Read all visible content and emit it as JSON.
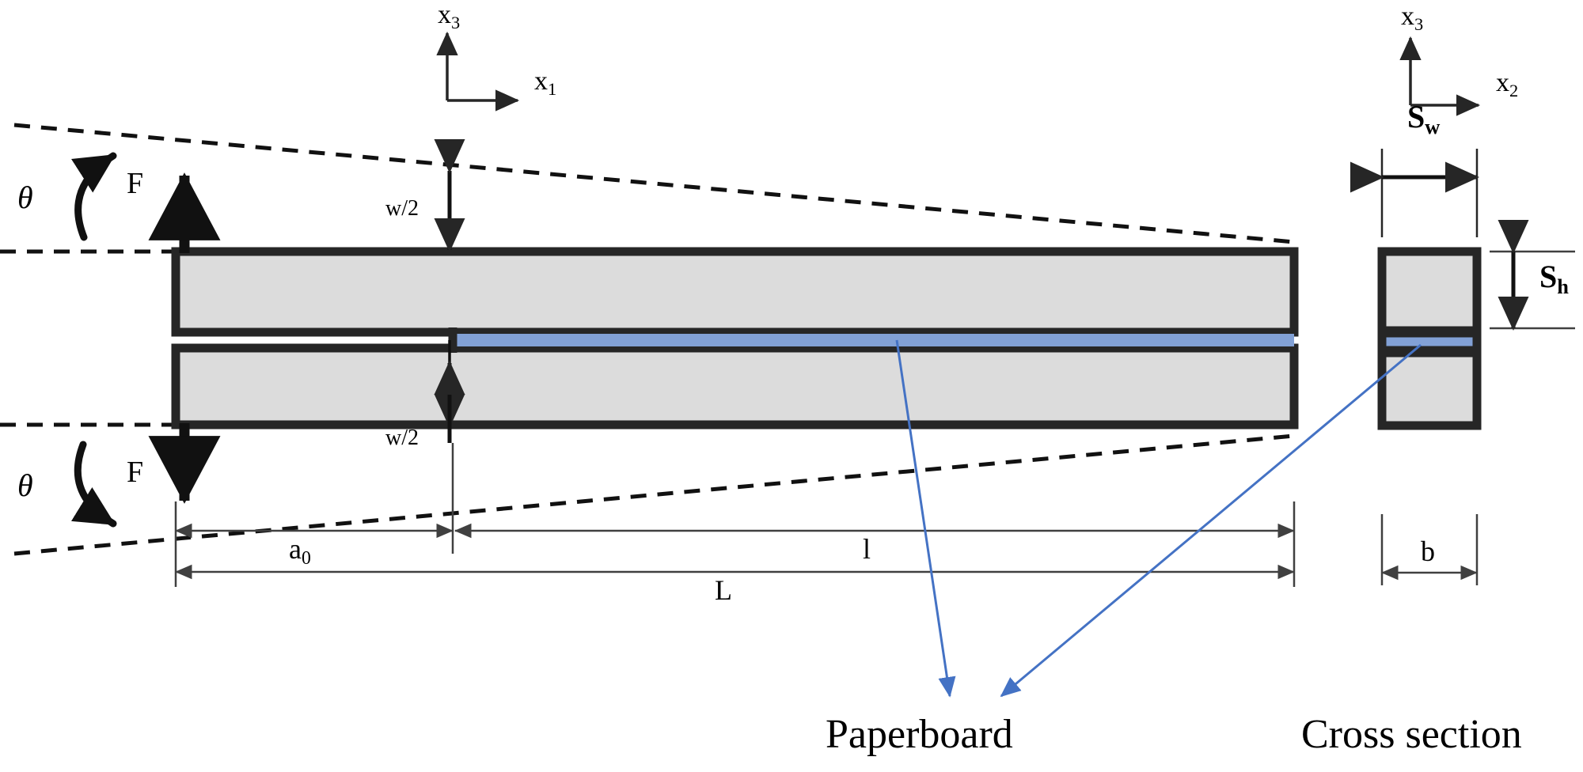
{
  "figure": {
    "type": "dcb-specimen-schematic",
    "description": "Double cantilever beam paperboard specimen schematic with side view and cross section"
  },
  "axes": {
    "left": {
      "vertical_label": "x",
      "vertical_sub": "3",
      "horizontal_label": "x",
      "horizontal_sub": "1"
    },
    "right": {
      "vertical_label": "x",
      "vertical_sub": "3",
      "horizontal_label": "x",
      "horizontal_sub": "2"
    }
  },
  "side_view": {
    "theta_top": "θ",
    "theta_bottom": "θ",
    "force_top": "F",
    "force_bottom": "F",
    "opening_top": "w/2",
    "opening_bottom": "w/2",
    "dim_a0": "a",
    "dim_a0_sub": "0",
    "dim_l": "l",
    "dim_L": "L"
  },
  "cross_section": {
    "dim_sw": "S",
    "dim_sw_sub": "w",
    "dim_sh": "S",
    "dim_sh_sub": "h",
    "dim_b": "b"
  },
  "captions": {
    "paperboard": "Paperboard",
    "cross_section": "Cross section"
  },
  "colors": {
    "adhesive_blue": "#82a1d6",
    "board_grey": "#dcdcdc",
    "outline_black": "#262626",
    "leader_blue": "#4472c4",
    "dimension_grey": "#404040"
  }
}
